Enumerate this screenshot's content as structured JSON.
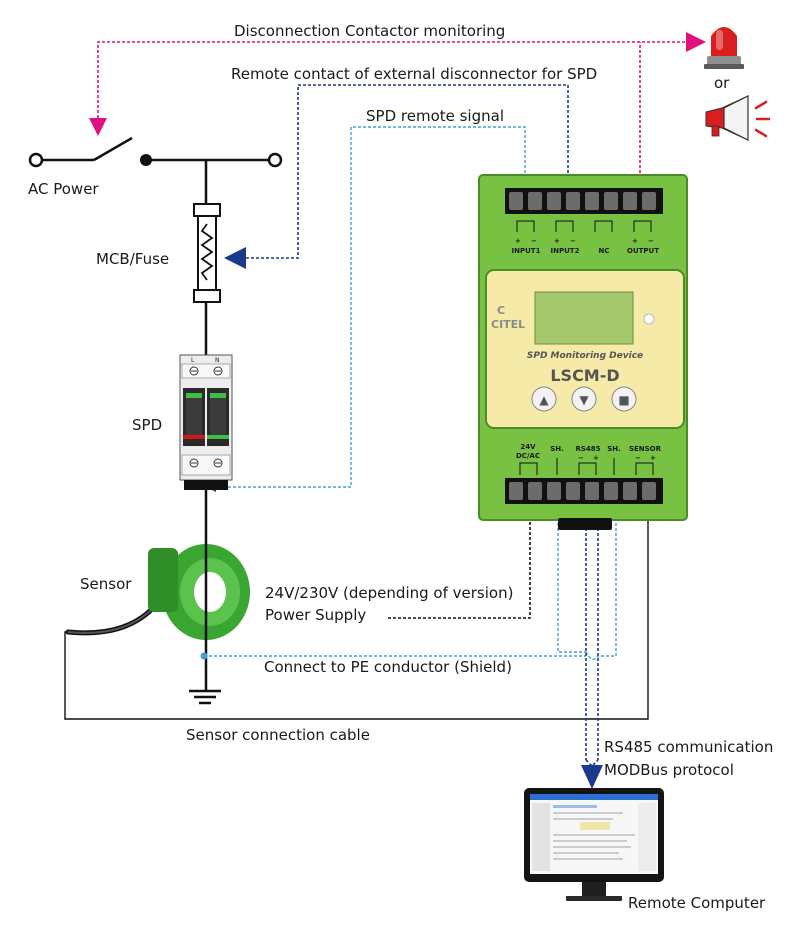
{
  "labels": {
    "contactor_monitoring": "Disconnection Contactor monitoring",
    "remote_contact": "Remote contact of external disconnector for SPD",
    "spd_remote_signal": "SPD remote signal",
    "or": "or",
    "ac_power": "AC Power",
    "mcb_fuse": "MCB/Fuse",
    "spd": "SPD",
    "sensor": "Sensor",
    "power_supply_line1": "24V/230V (depending of version)",
    "power_supply_line2": "Power Supply",
    "pe_conductor": "Connect to PE conductor (Shield)",
    "sensor_cable": "Sensor connection cable",
    "rs485_line1": "RS485 communication",
    "rs485_line2": "MODBus protocol",
    "remote_computer": "Remote Computer"
  },
  "device": {
    "brand_c": "C",
    "brand": "CITEL",
    "subtitle": "SPD Monitoring Device",
    "model": "LSCM-D",
    "top_terminals": [
      "INPUT1",
      "INPUT2",
      "NC",
      "OUTPUT"
    ],
    "bottom_terminals": [
      "24V",
      "DC/AC",
      "SH.",
      "RS485",
      "SH.",
      "SENSOR"
    ],
    "polarity_plus": "+",
    "polarity_minus": "−",
    "up_glyph": "▲",
    "down_glyph": "▼",
    "stop_glyph": "■"
  },
  "spd_module": {
    "label_l": "L",
    "label_n": "N"
  },
  "colors": {
    "magenta": "#e0117f",
    "navy": "#1a3b8c",
    "light_blue": "#3fa0d8",
    "device_green": "#79c143",
    "device_dark_green": "#4b8c24",
    "screen_green": "#a3c76a",
    "panel_yellow": "#f5eaa8"
  },
  "icons": [
    "beacon-icon",
    "megaphone-icon",
    "ground-icon",
    "monitor-icon"
  ]
}
